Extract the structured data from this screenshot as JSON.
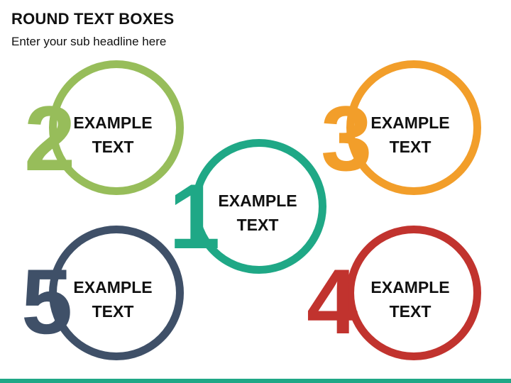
{
  "header": {
    "title": "ROUND TEXT BOXES",
    "subtitle": "Enter your sub headline here"
  },
  "items": [
    {
      "number": "2",
      "line1": "EXAMPLE",
      "line2": "TEXT",
      "color": "#97bd5a"
    },
    {
      "number": "3",
      "line1": "EXAMPLE",
      "line2": "TEXT",
      "color": "#f29e2a"
    },
    {
      "number": "1",
      "line1": "EXAMPLE",
      "line2": "TEXT",
      "color": "#1fa886"
    },
    {
      "number": "5",
      "line1": "EXAMPLE",
      "line2": "TEXT",
      "color": "#3f5068"
    },
    {
      "number": "4",
      "line1": "EXAMPLE",
      "line2": "TEXT",
      "color": "#c1332e"
    }
  ],
  "accent_bar_color": "#1fa886"
}
